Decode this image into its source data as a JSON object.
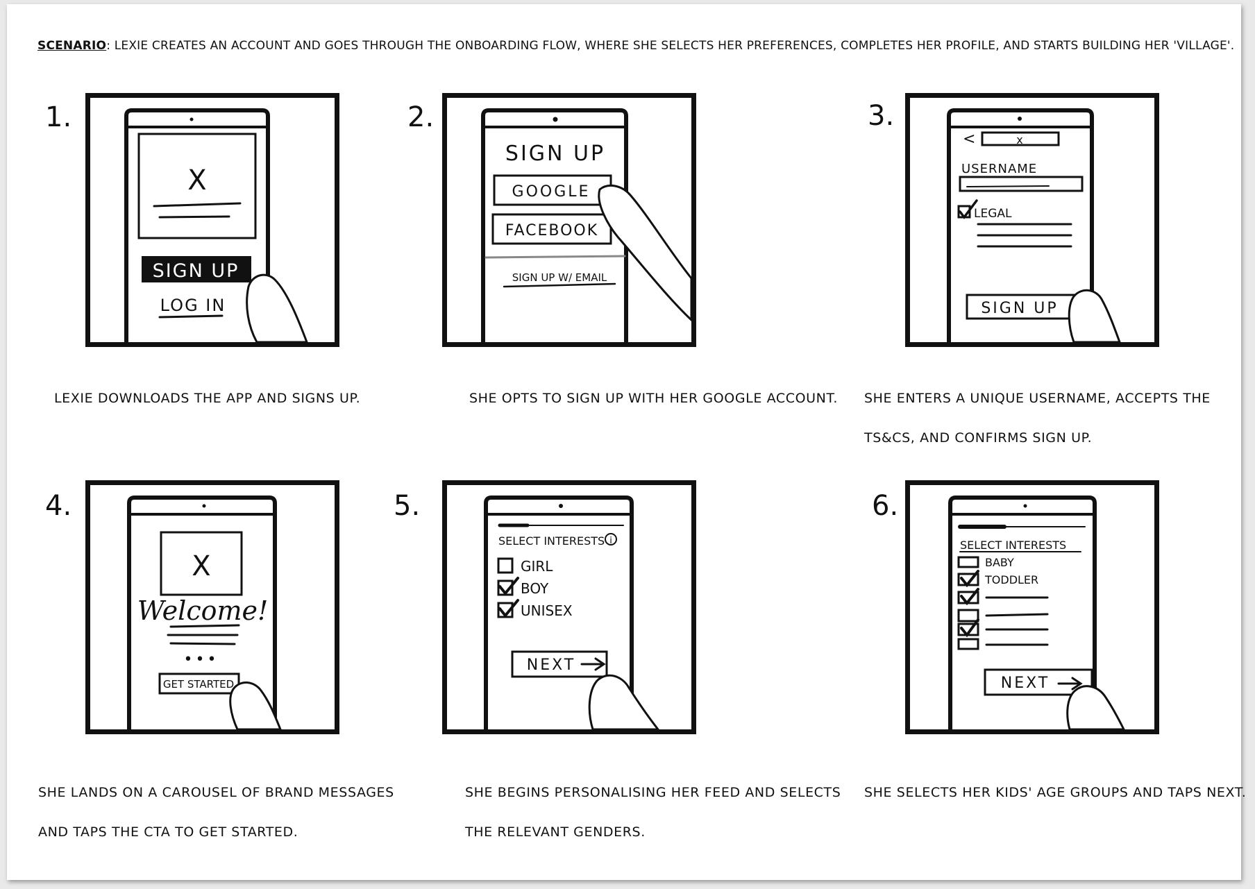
{
  "scenario": {
    "label": "SCENARIO",
    "text": ": LEXIE CREATES AN ACCOUNT AND GOES THROUGH THE ONBOARDING FLOW, WHERE SHE SELECTS HER PREFERENCES, COMPLETES HER PROFILE, AND STARTS BUILDING HER 'VILLAGE'."
  },
  "panels": [
    {
      "number": "1.",
      "caption": "LEXIE DOWNLOADS THE APP AND SIGNS UP.",
      "screen": {
        "image_glyph": "X",
        "primary_button": "SIGN UP",
        "secondary_link": "LOG IN"
      }
    },
    {
      "number": "2.",
      "caption": "SHE OPTS TO SIGN UP WITH HER GOOGLE ACCOUNT.",
      "screen": {
        "title": "SIGN UP",
        "buttons": [
          "GOOGLE",
          "FACEBOOK"
        ],
        "link": "SIGN UP W/ EMAIL"
      }
    },
    {
      "number": "3.",
      "caption": "SHE ENTERS A UNIQUE USERNAME, ACCEPTS THE TS&CS, AND CONFIRMS SIGN UP.",
      "screen": {
        "back_glyph": "<",
        "close_glyph": "x",
        "field_label": "USERNAME",
        "checkbox_label": "LEGAL",
        "button": "SIGN UP"
      }
    },
    {
      "number": "4.",
      "caption": "SHE LANDS ON A CAROUSEL OF BRAND MESSAGES AND TAPS THE CTA TO GET STARTED.",
      "screen": {
        "image_glyph": "X",
        "heading": "Welcome!",
        "dots": "•••",
        "button": "GET STARTED"
      }
    },
    {
      "number": "5.",
      "caption": "SHE BEGINS PERSONALISING HER FEED AND SELECTS THE RELEVANT GENDERS.",
      "screen": {
        "heading": "SELECT INTERESTS",
        "info_glyph": "i",
        "options": [
          {
            "label": "GIRL",
            "checked": false
          },
          {
            "label": "BOY",
            "checked": true
          },
          {
            "label": "UNISEX",
            "checked": true
          }
        ],
        "button": "NEXT"
      }
    },
    {
      "number": "6.",
      "caption": "SHE SELECTS HER KIDS' AGE GROUPS AND TAPS NEXT.",
      "screen": {
        "heading": "SELECT INTERESTS",
        "options": [
          {
            "label": "BABY",
            "checked": false
          },
          {
            "label": "TODDLER",
            "checked": true
          }
        ],
        "button": "NEXT"
      }
    }
  ]
}
